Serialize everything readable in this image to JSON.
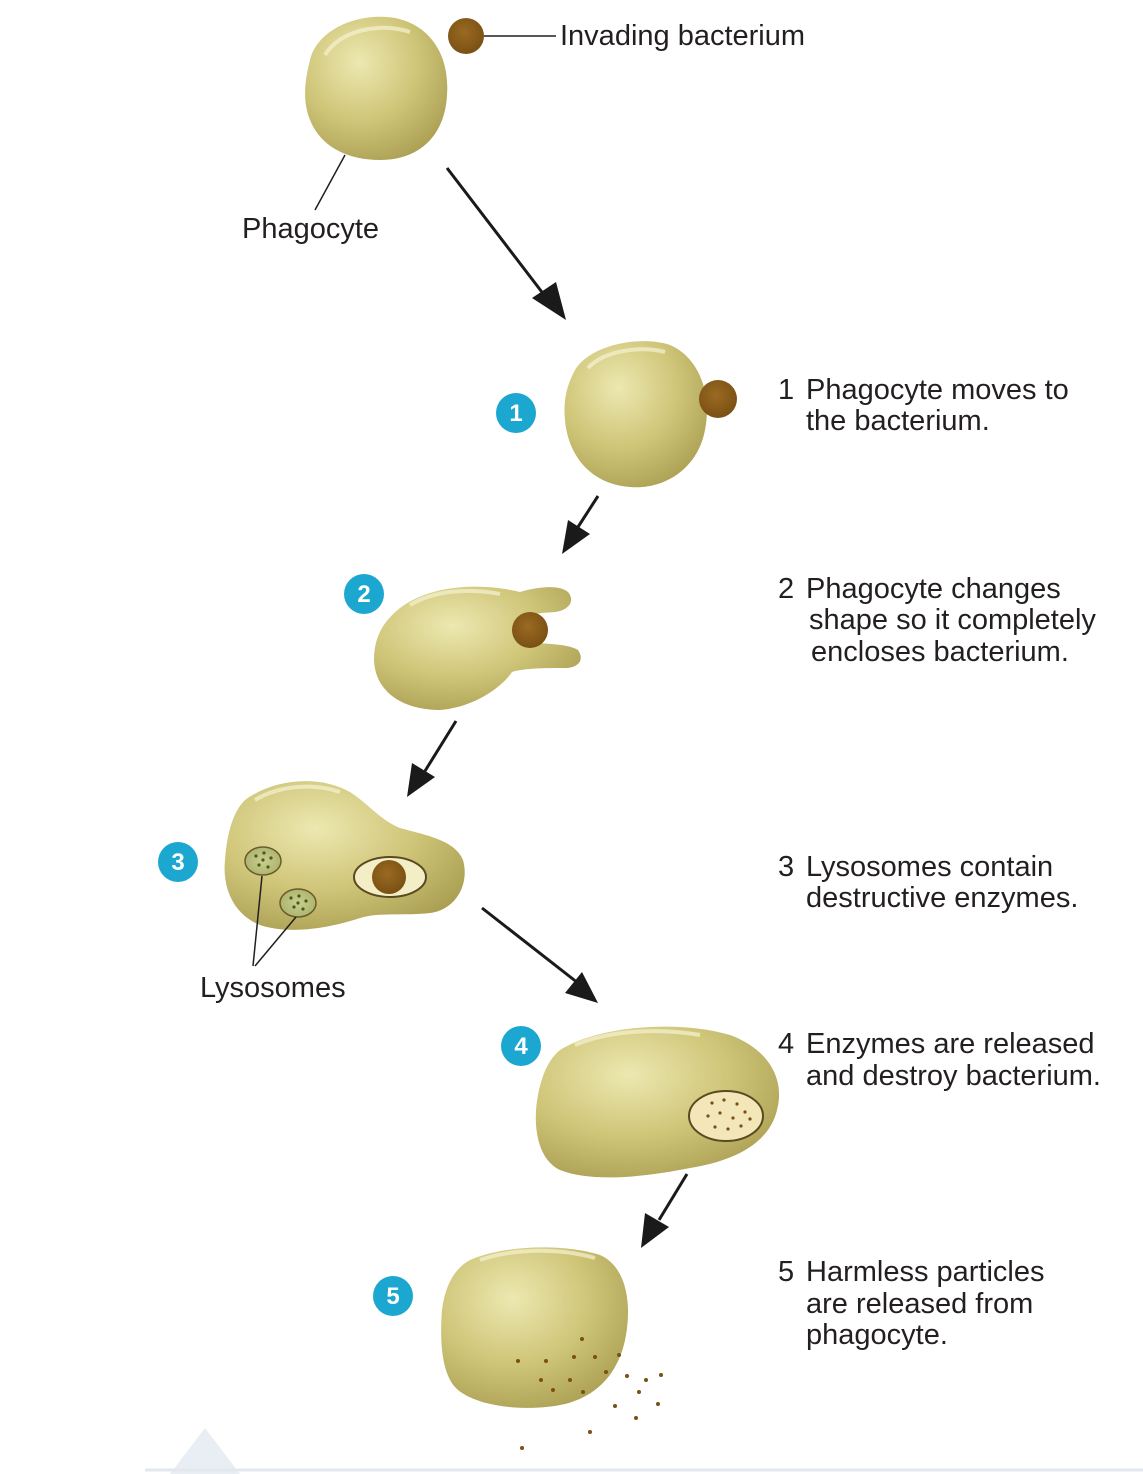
{
  "labels": {
    "invading_bacterium": "Invading bacterium",
    "phagocyte": "Phagocyte",
    "lysosomes": "Lysosomes"
  },
  "steps": [
    {
      "number": "1",
      "lines": [
        "Phagocyte moves to",
        "the bacterium."
      ]
    },
    {
      "number": "2",
      "lines": [
        "Phagocyte changes",
        "shape so it completely",
        "encloses bacterium."
      ]
    },
    {
      "number": "3",
      "lines": [
        "Lysosomes contain",
        "destructive enzymes."
      ]
    },
    {
      "number": "4",
      "lines": [
        "Enzymes are released",
        "and destroy bacterium."
      ]
    },
    {
      "number": "5",
      "lines": [
        "Harmless particles",
        "are released from",
        "phagocyte."
      ]
    }
  ],
  "colors": {
    "cell_light": "#e8e3a4",
    "cell_dark": "#b0a555",
    "bacterium": "#8b5e1a",
    "badge": "#1ba7d0",
    "arrow": "#1a1a1a"
  }
}
